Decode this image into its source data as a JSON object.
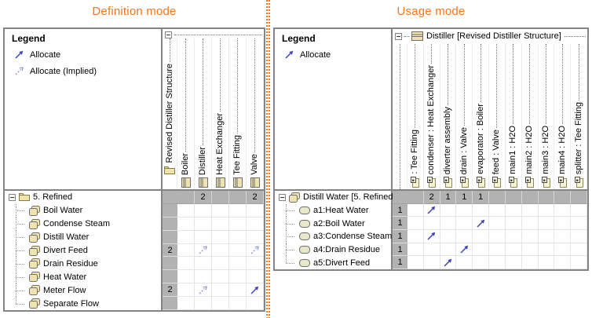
{
  "colors": {
    "accent_orange": "#f6761d",
    "allocate_blue": "#3c43bd",
    "allocate_implied_blue": "#8d94da",
    "matrix_gray": "#b2b2b2",
    "panel_border_gray": "#848484",
    "icon_beige": "#efe3b0"
  },
  "definition_panel": {
    "title": "Definition mode",
    "legend": {
      "title": "Legend",
      "items": [
        {
          "icon": "allocate",
          "label": "Allocate"
        },
        {
          "icon": "allocate-implied",
          "label": "Allocate (Implied)"
        }
      ]
    },
    "matrix": {
      "root_column": {
        "label": "Revised Distiller Structure",
        "icon": "folder",
        "orientation": "vertical",
        "expander": "collapse"
      },
      "columns": [
        {
          "label": "Boiler",
          "icon": "block"
        },
        {
          "label": "Distiller",
          "icon": "block"
        },
        {
          "label": "Heat Exchanger",
          "icon": "block"
        },
        {
          "label": "Tee Fitting",
          "icon": "block"
        },
        {
          "label": "Valve",
          "icon": "block"
        }
      ],
      "rows": [
        {
          "label": "5. Refined",
          "icon": "folder",
          "root": true,
          "expander": "collapse",
          "gutter": "",
          "cells": [
            "",
            "2",
            "",
            "",
            "2"
          ]
        },
        {
          "label": "Boil Water",
          "icon": "activity",
          "gutter": "",
          "cells": [
            "",
            "",
            "",
            "",
            ""
          ]
        },
        {
          "label": "Condense Steam",
          "icon": "activity",
          "gutter": "",
          "cells": [
            "",
            "",
            "",
            "",
            ""
          ]
        },
        {
          "label": "Distill Water",
          "icon": "activity",
          "gutter": "",
          "cells": [
            "",
            "",
            "",
            "",
            ""
          ]
        },
        {
          "label": "Divert Feed",
          "icon": "activity",
          "gutter": "2",
          "cells": [
            "",
            "allocate-implied",
            "",
            "",
            "allocate-implied"
          ]
        },
        {
          "label": "Drain Residue",
          "icon": "activity",
          "gutter": "",
          "cells": [
            "",
            "",
            "",
            "",
            ""
          ]
        },
        {
          "label": "Heat Water",
          "icon": "activity",
          "gutter": "",
          "cells": [
            "",
            "",
            "",
            "",
            ""
          ]
        },
        {
          "label": "Meter Flow",
          "icon": "activity",
          "gutter": "2",
          "cells": [
            "",
            "allocate-implied",
            "",
            "",
            "allocate"
          ]
        },
        {
          "label": "Separate Flow",
          "icon": "activity",
          "gutter": "",
          "cells": [
            "",
            "",
            "",
            "",
            ""
          ],
          "last": true
        }
      ]
    }
  },
  "usage_panel": {
    "title": "Usage mode",
    "legend": {
      "title": "Legend",
      "items": [
        {
          "icon": "allocate",
          "label": "Allocate"
        }
      ]
    },
    "matrix": {
      "root_column": {
        "label": "Distiller [Revised Distiller Structure]",
        "icon": "block-compartments",
        "orientation": "horizontal",
        "expander": "collapse"
      },
      "columns": [
        {
          "label": ": Tee Fitting",
          "icon": "part"
        },
        {
          "label": "condenser : Heat Exchanger",
          "icon": "part"
        },
        {
          "label": "diverter assembly",
          "icon": "part"
        },
        {
          "label": "drain : Valve",
          "icon": "part"
        },
        {
          "label": "evaporator : Boiler",
          "icon": "part"
        },
        {
          "label": "feed : Valve",
          "icon": "part"
        },
        {
          "label": "main1 : H2O",
          "icon": "part"
        },
        {
          "label": "main2 : H2O",
          "icon": "part"
        },
        {
          "label": "main3 : H2O",
          "icon": "part"
        },
        {
          "label": "main4 : H2O",
          "icon": "part"
        },
        {
          "label": "splitter : Tee Fitting",
          "icon": "part"
        }
      ],
      "rows": [
        {
          "label": "Distill Water [5. Refined]",
          "icon": "activity",
          "root": true,
          "expander": "collapse",
          "gutter": "",
          "cells": [
            "",
            "2",
            "1",
            "1",
            "1",
            "",
            "",
            "",
            "",
            "",
            ""
          ]
        },
        {
          "label": "a1:Heat Water",
          "icon": "action",
          "gutter": "1",
          "cells": [
            "",
            "allocate",
            "",
            "",
            "",
            "",
            "",
            "",
            "",
            "",
            ""
          ]
        },
        {
          "label": "a2:Boil Water",
          "icon": "action",
          "gutter": "1",
          "cells": [
            "",
            "",
            "",
            "",
            "allocate",
            "",
            "",
            "",
            "",
            "",
            ""
          ]
        },
        {
          "label": "a3:Condense Steam",
          "icon": "action",
          "gutter": "1",
          "cells": [
            "",
            "allocate",
            "",
            "",
            "",
            "",
            "",
            "",
            "",
            "",
            ""
          ]
        },
        {
          "label": "a4:Drain Residue",
          "icon": "action",
          "gutter": "1",
          "cells": [
            "",
            "",
            "",
            "allocate",
            "",
            "",
            "",
            "",
            "",
            "",
            ""
          ]
        },
        {
          "label": "a5:Divert Feed",
          "icon": "action",
          "gutter": "1",
          "cells": [
            "",
            "",
            "allocate",
            "",
            "",
            "",
            "",
            "",
            "",
            "",
            ""
          ],
          "last": true
        }
      ]
    }
  }
}
